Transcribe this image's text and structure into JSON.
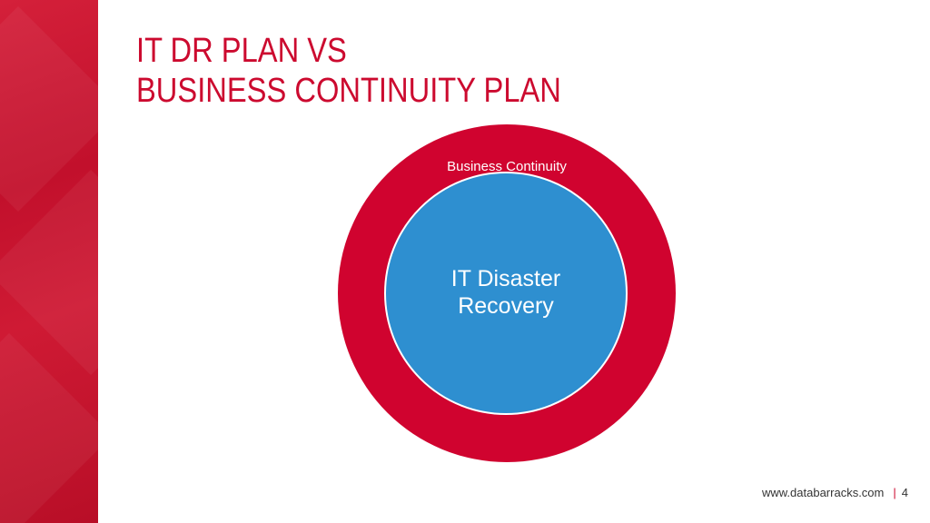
{
  "slide": {
    "title_line1": "IT DR PLAN VS",
    "title_line2": "BUSINESS CONTINUITY PLAN"
  },
  "diagram": {
    "outer_label": "Business Continuity",
    "inner_label_line1": "IT Disaster",
    "inner_label_line2": "Recovery",
    "outer_color": "#d0032f",
    "inner_color": "#2e8fd0"
  },
  "footer": {
    "website": "www.databarracks.com",
    "separator": "|",
    "page_number": "4"
  },
  "colors": {
    "accent": "#cc0a2f",
    "side_band": "#c2102c"
  }
}
